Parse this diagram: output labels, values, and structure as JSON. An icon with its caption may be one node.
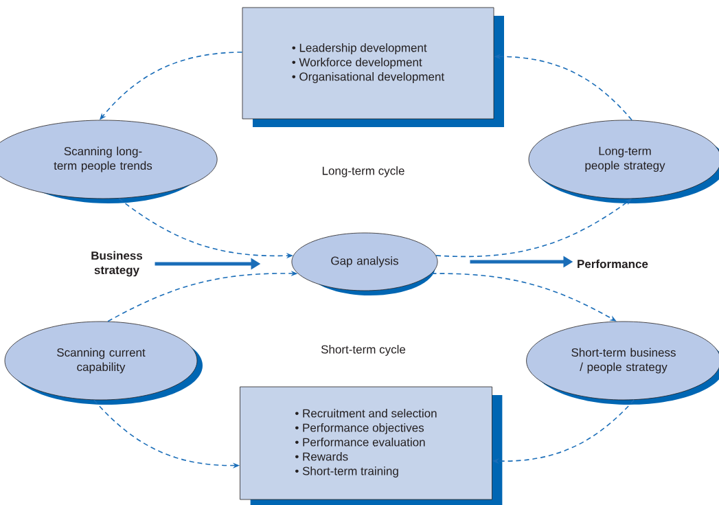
{
  "diagram": {
    "nodes": [
      {
        "text": [
          "• Leadership development",
          "• Workforce development",
          "• Organisational development"
        ]
      },
      {
        "text": [
          "Scanning long-term people trends"
        ]
      },
      {
        "text": [
          "Long-term people strategy"
        ]
      },
      {
        "text": [
          "Business strategy"
        ]
      },
      {
        "text": [
          "Gap analysis"
        ]
      },
      {
        "text": [
          "Performance"
        ]
      },
      {
        "text": [
          "Scanning current capability"
        ]
      },
      {
        "text": [
          "Short-term business / people strategy"
        ]
      },
      {
        "text": [
          "• Recruitment and selection",
          "• Performance objectives",
          "• Performance evaluation",
          "• Rewards",
          "• Short-term training"
        ]
      }
    ],
    "edges": [
      {
        "from": 0,
        "to": 1,
        "arrow": "to",
        "style": "dashed"
      },
      {
        "from": 1,
        "to": 4,
        "arrow": "to",
        "style": "dashed"
      },
      {
        "from": 4,
        "to": 2,
        "arrow": "to",
        "style": "dashed"
      },
      {
        "from": 2,
        "to": 0,
        "arrow": "to",
        "style": "dashed"
      },
      {
        "from": 3,
        "to": 4,
        "arrow": "to",
        "style": "thick"
      },
      {
        "from": 4,
        "to": 5,
        "arrow": "to",
        "style": "thick"
      },
      {
        "from": 6,
        "to": 4,
        "arrow": "to",
        "style": "dashed"
      },
      {
        "from": 4,
        "to": 7,
        "arrow": "to",
        "style": "dashed"
      },
      {
        "from": 7,
        "to": 8,
        "arrow": "to",
        "style": "dashed"
      },
      {
        "from": 6,
        "to": 8,
        "arrow": "to",
        "style": "dashed"
      }
    ],
    "labels": [
      "Long-term cycle",
      "Short-term cycle"
    ]
  }
}
